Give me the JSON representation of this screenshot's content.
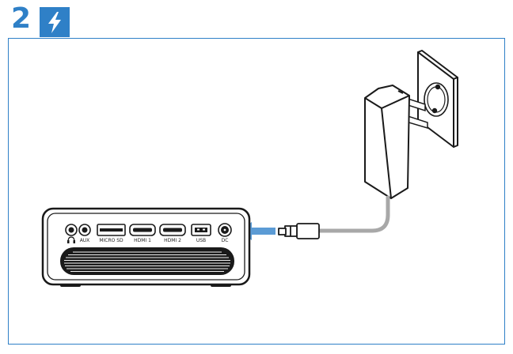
{
  "step": {
    "number": "2",
    "badge_icon": "lightning-bolt-icon",
    "accent_color": "#2f80c7"
  },
  "ports": [
    {
      "id": "headphone",
      "label": "",
      "icon": "headphone-icon"
    },
    {
      "id": "aux",
      "label": "AUX"
    },
    {
      "id": "micro_sd",
      "label": "MICRO SD"
    },
    {
      "id": "hdmi1",
      "label": "HDMI 1"
    },
    {
      "id": "hdmi2",
      "label": "HDMI 2"
    },
    {
      "id": "usb",
      "label": "USB"
    },
    {
      "id": "dc",
      "label": "DC"
    }
  ],
  "colors": {
    "arrow": "#5b9bd5",
    "cable": "#a8a8a8",
    "outline": "#1a1a1a"
  }
}
